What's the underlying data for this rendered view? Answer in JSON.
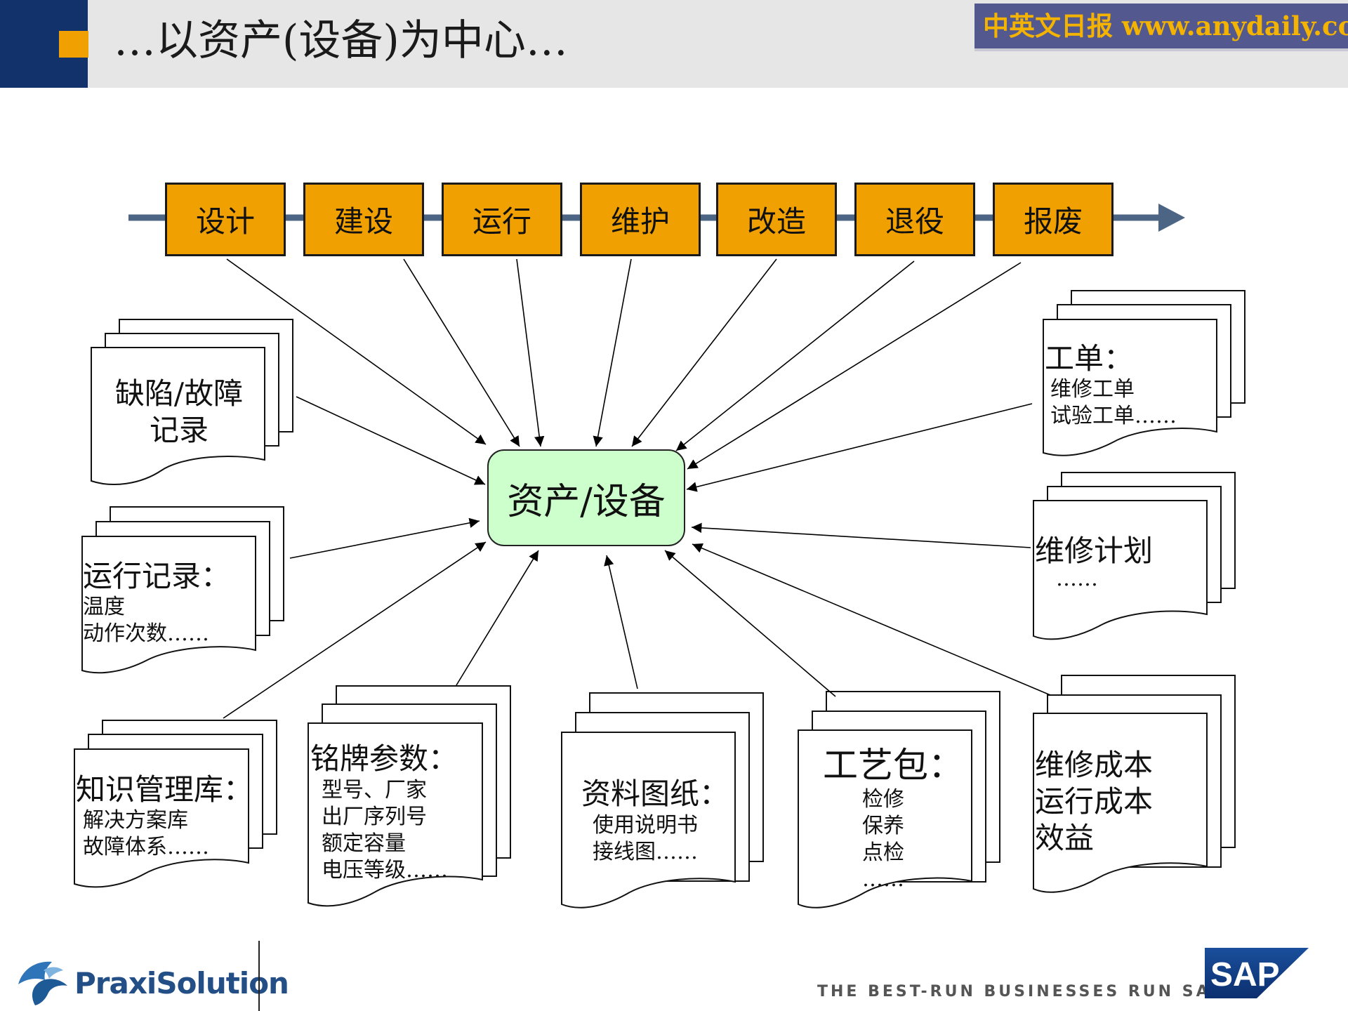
{
  "header": {
    "title": "…以资产(设备)为中心…",
    "brand": "中英文日报 www.anydaily.com"
  },
  "colors": {
    "navy": "#12326b",
    "accent_orange": "#f0a000",
    "center_fill": "#ccffcc",
    "header_band": "#e6e6e6",
    "brand_banner": "#53598e",
    "brand_text": "#f4b300",
    "timeline_arrow": "#4d6585"
  },
  "lifecycle": {
    "stages": [
      "设计",
      "建设",
      "运行",
      "维护",
      "改造",
      "退役",
      "报废"
    ]
  },
  "center": {
    "label": "资产/设备"
  },
  "documents": {
    "defect_record": {
      "title": [
        "缺陷/故障",
        "记录"
      ]
    },
    "operation_record": {
      "title": "运行记录：",
      "lines": [
        "温度",
        "动作次数……"
      ]
    },
    "knowledge_base": {
      "title": "知识管理库：",
      "lines": [
        "解决方案库",
        "故障体系……"
      ]
    },
    "nameplate": {
      "title": "铭牌参数：",
      "lines": [
        "型号、厂家",
        "出厂序列号",
        "额定容量",
        "电压等级……"
      ]
    },
    "drawings": {
      "title": "资料图纸：",
      "lines": [
        "使用说明书",
        "接线图……"
      ]
    },
    "process_pack": {
      "title": "工艺包：",
      "lines": [
        "检修",
        "保养",
        "点检",
        "……"
      ]
    },
    "cost": {
      "lines": [
        "维修成本",
        "运行成本",
        "效益"
      ]
    },
    "work_order": {
      "title": "工单：",
      "lines": [
        "维修工单",
        "试验工单……"
      ]
    },
    "maintenance_plan": {
      "title": "维修计划",
      "lines": [
        "……"
      ]
    }
  },
  "footer": {
    "company": "PraxiSolution",
    "tagline": "THE BEST-RUN BUSINESSES RUN SAP",
    "sap_logo": "SAP"
  }
}
